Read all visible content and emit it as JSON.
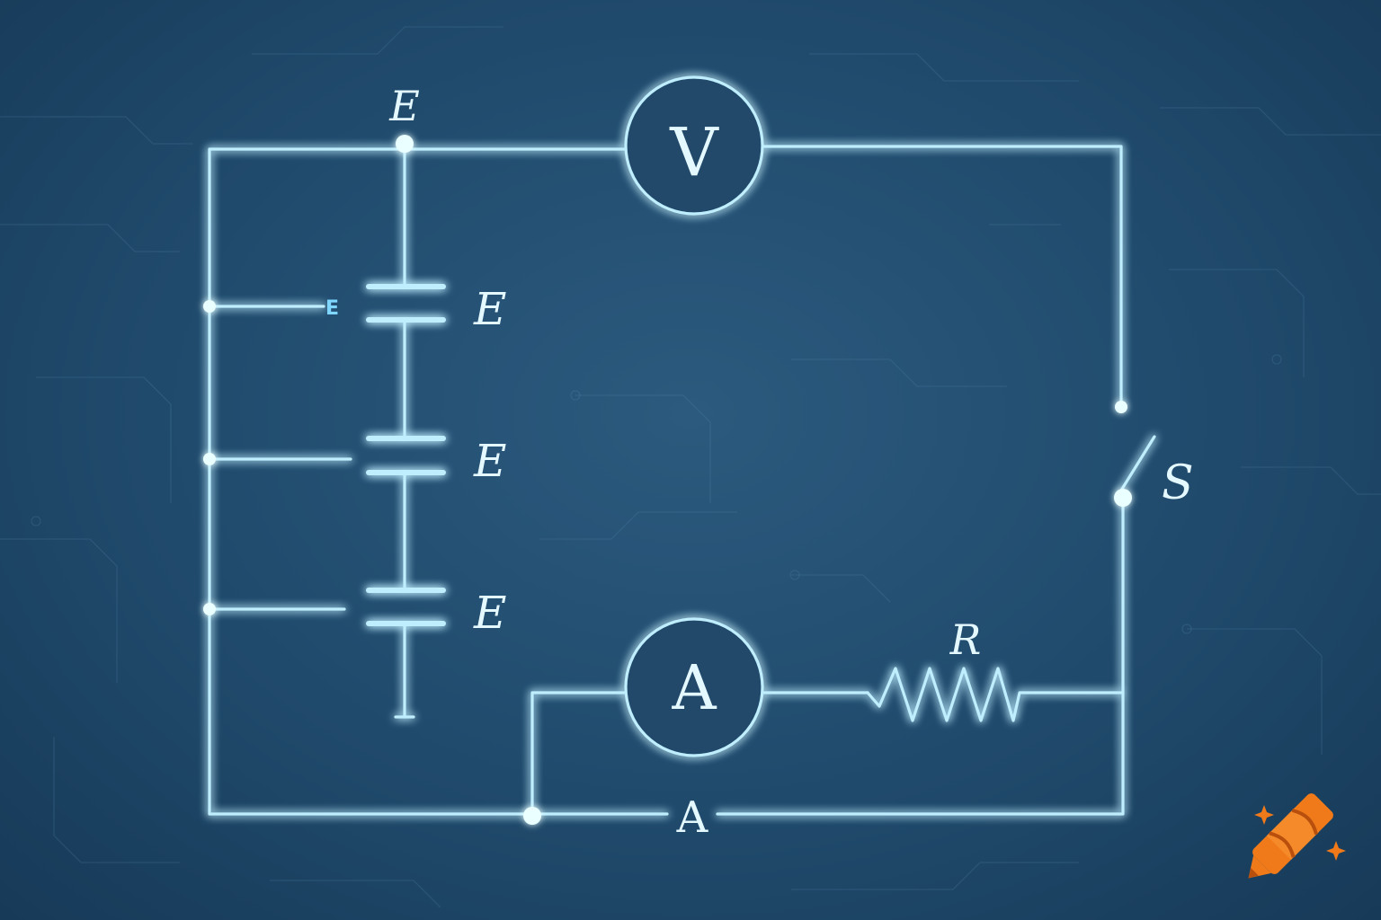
{
  "labels": {
    "top_node": "E",
    "cell_1": "E",
    "cell_2": "E",
    "cell_3": "E",
    "cell_1_small": "E",
    "switch": "S",
    "resistor": "R",
    "bottom_wire": "A"
  },
  "meters": {
    "voltmeter": "V",
    "ammeter": "A"
  },
  "colors": {
    "background": "#204a6c",
    "wire": "#bfeeff",
    "text": "#e4f8ff",
    "logo_orange": "#f07a1a"
  },
  "icons": {
    "logo": "crayon-logo-icon"
  }
}
